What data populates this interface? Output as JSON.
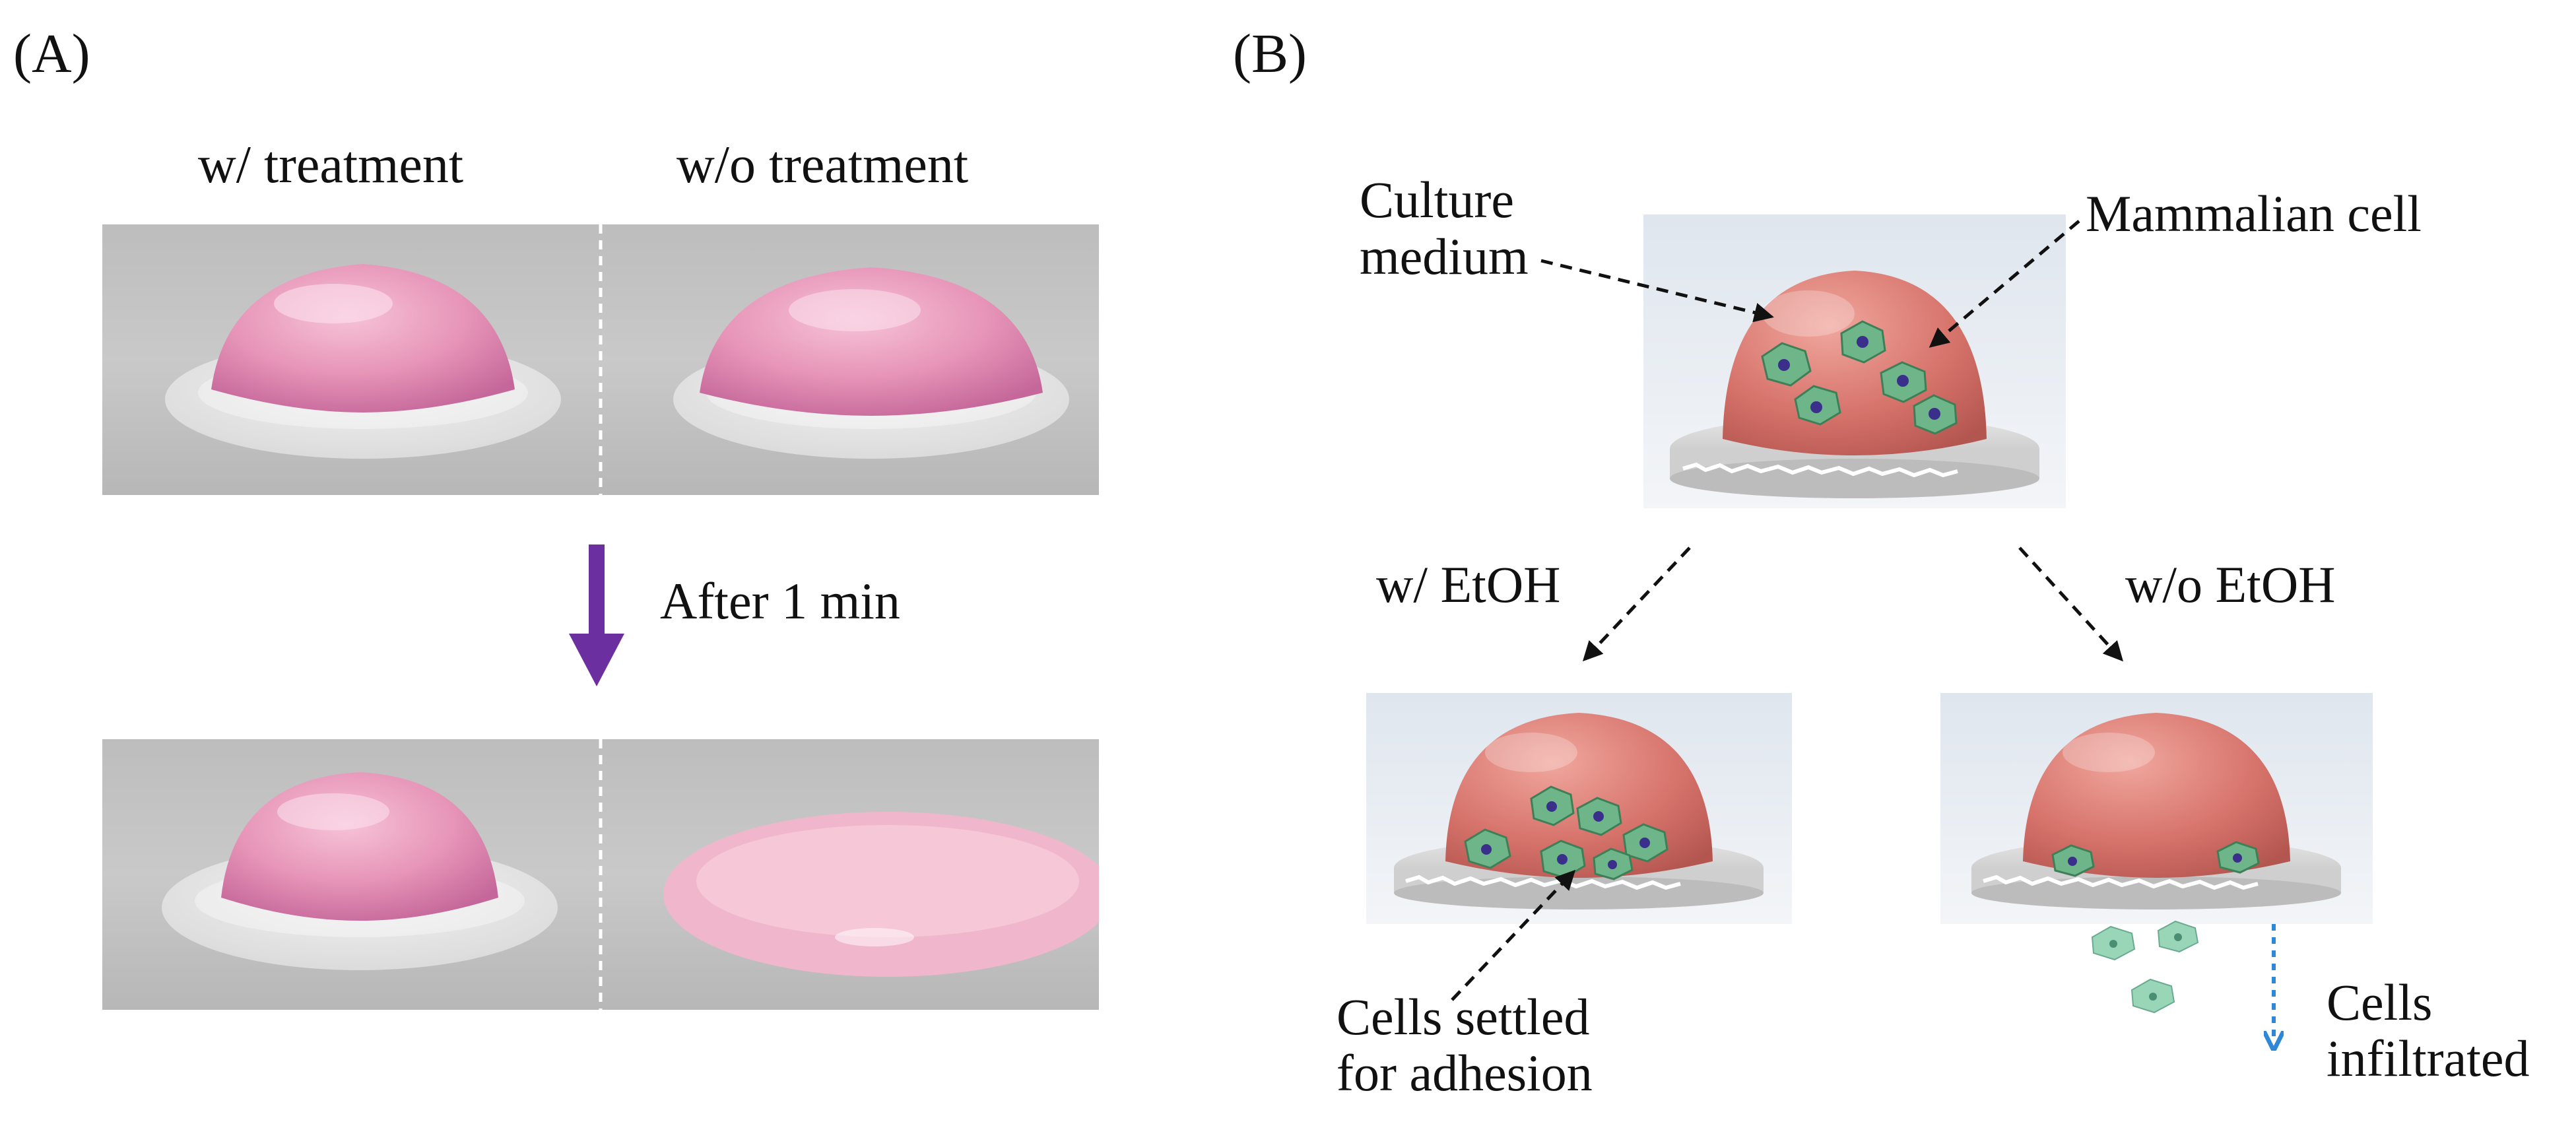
{
  "panels": {
    "a": {
      "label": "(A)",
      "col_with": "w/ treatment",
      "col_without": "w/o treatment",
      "time_label": "After 1 min"
    },
    "b": {
      "label": "(B)",
      "culture_medium_line1": "Culture",
      "culture_medium_line2": "medium",
      "mammalian_cell": "Mammalian cell",
      "with_etoh": "w/ EtOH",
      "without_etoh": "w/o EtOH",
      "settled_line1": "Cells settled",
      "settled_line2": "for adhesion",
      "infiltrated_line1": "Cells",
      "infiltrated_line2": "infiltrated"
    }
  },
  "colors": {
    "droplet_pink": "#e89ab8",
    "hemisphere": "#d6736b",
    "cell_green": "#6fb58a",
    "cell_nucleus": "#3a2f8a",
    "arrow_purple": "#6b2fa0",
    "arrow_blue": "#2f88d6",
    "divider": "#ffffff"
  }
}
